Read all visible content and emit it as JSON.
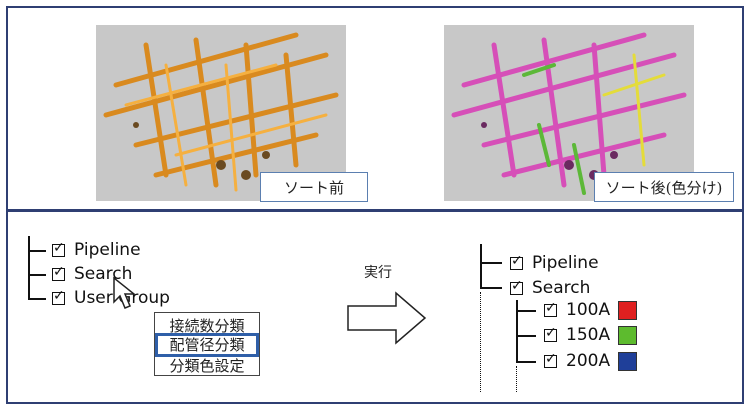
{
  "top": {
    "before_caption": "ソート前",
    "after_caption": "ソート後(色分け)"
  },
  "left_tree": {
    "items": [
      "Pipeline",
      "Search",
      "User Group"
    ]
  },
  "context_menu": {
    "items": [
      "接続数分類",
      "配管径分類",
      "分類色設定"
    ],
    "selected_index": 1
  },
  "action_label": "実行",
  "right_tree": {
    "items": [
      "Pipeline",
      "Search"
    ],
    "sub_items": [
      {
        "label": "100A",
        "color": "#e02020"
      },
      {
        "label": "150A",
        "color": "#5dbb2e"
      },
      {
        "label": "200A",
        "color": "#1f3f99"
      }
    ]
  },
  "colors": {
    "frame": "#2f3f73",
    "pipe_before": "#f0a030",
    "pipe_after": "#e060c8",
    "pipe_after_green": "#60c040",
    "pipe_after_yellow": "#e8e040",
    "render_background": "#c8c8c8"
  }
}
